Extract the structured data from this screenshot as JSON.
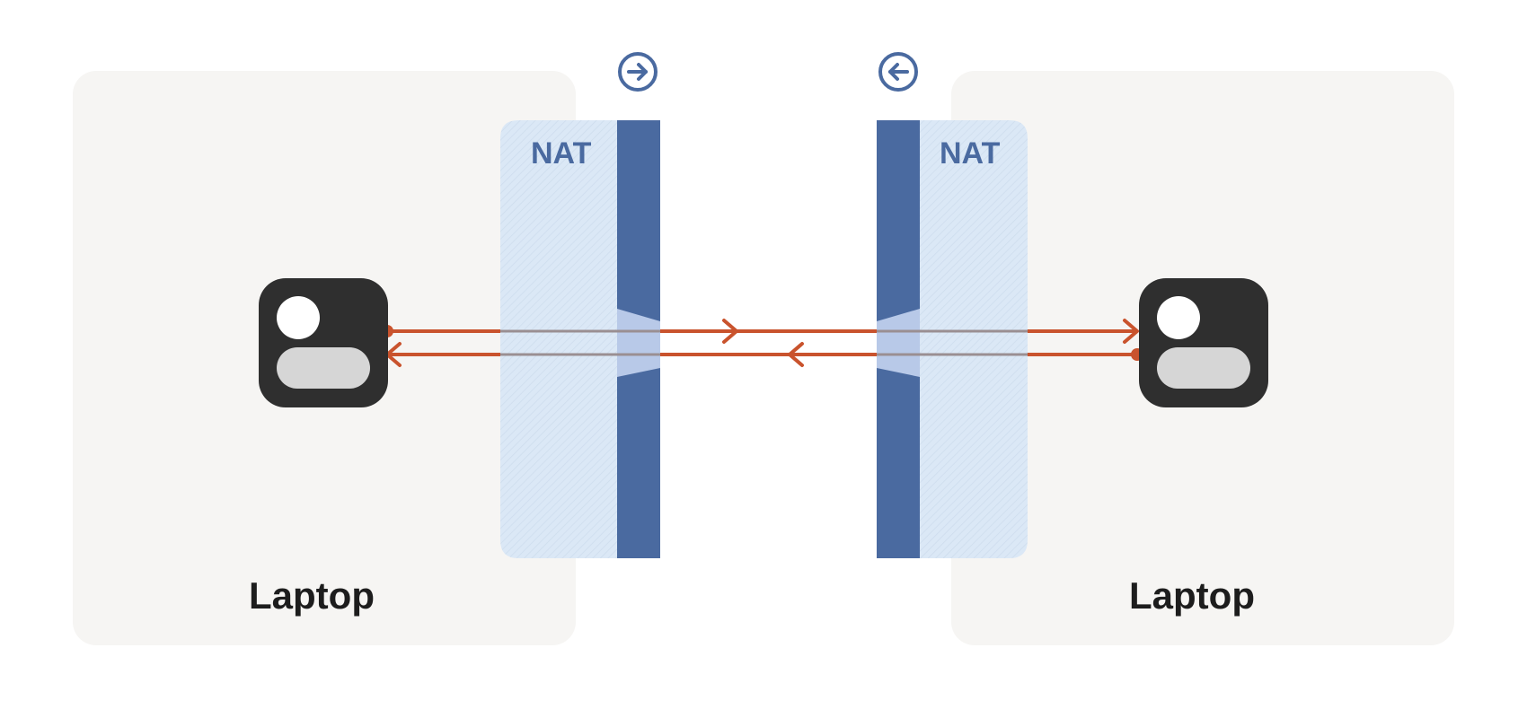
{
  "nodes": {
    "left": {
      "label": "Laptop",
      "icon": "device-icon"
    },
    "right": {
      "label": "Laptop",
      "icon": "device-icon"
    }
  },
  "nats": {
    "left": {
      "label": "NAT",
      "direction_icon": "arrow-right-circle-icon"
    },
    "right": {
      "label": "NAT",
      "direction_icon": "arrow-left-circle-icon"
    }
  },
  "connections": [
    {
      "from": "left",
      "to": "right",
      "direction": "outbound"
    },
    {
      "from": "right",
      "to": "left",
      "direction": "inbound"
    }
  ],
  "colors": {
    "panel": "#f6f5f3",
    "nat_zone": "#dbe8f6",
    "nat_wall": "#4a6aa0",
    "nat_opening": "#b8c9e8",
    "connection": "#c9532d",
    "device": "#2f2f2f"
  }
}
